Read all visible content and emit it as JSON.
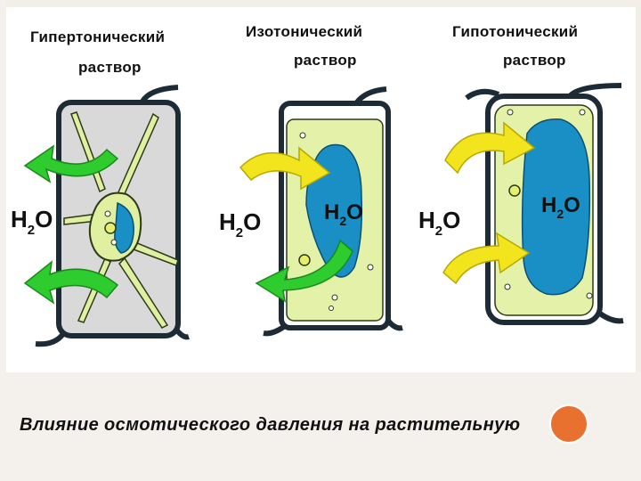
{
  "panels": [
    {
      "title_line1": "Гипертонический",
      "title_line2": "раствор",
      "water_label": "H",
      "water_sub": "2",
      "water_tail": "O"
    },
    {
      "title_line1": "Изотонический",
      "title_line2": "раствор",
      "water_label": "H",
      "water_sub": "2",
      "water_tail": "O",
      "vacuole_label": "H",
      "vacuole_sub": "2",
      "vacuole_tail": "O"
    },
    {
      "title_line1": "Гипотонический",
      "title_line2": "раствор",
      "water_label": "H",
      "water_sub": "2",
      "water_tail": "O",
      "vacuole_label": "H",
      "vacuole_sub": "2",
      "vacuole_tail": "O"
    }
  ],
  "caption": "Влияние осмотического давления на растительную",
  "colors": {
    "cell_wall": "#1c2b36",
    "cytoplasm": "#e3f2a8",
    "vacuole": "#1a8fc6",
    "arrow_out": "#2ecc2e",
    "arrow_in": "#f2e51d",
    "accent": "#e8712f"
  }
}
